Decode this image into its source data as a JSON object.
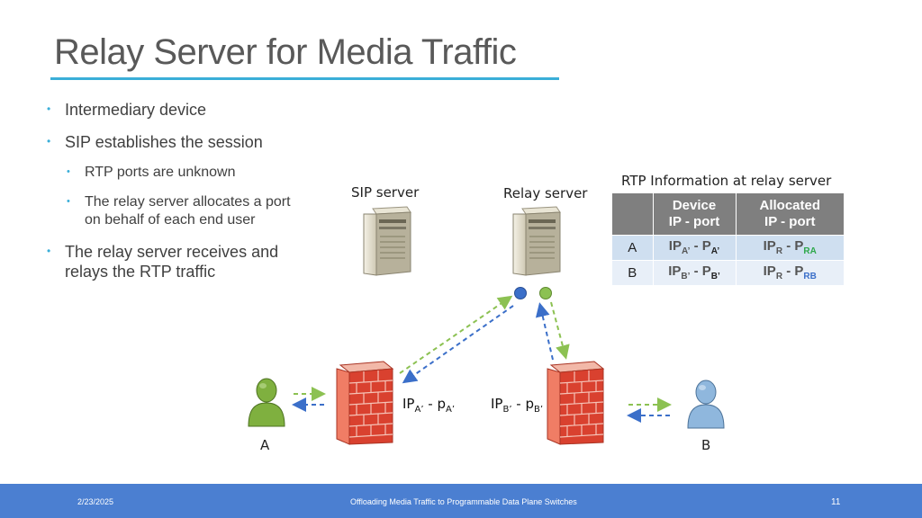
{
  "slide": {
    "title": "Relay Server for Media Traffic",
    "bullets": [
      {
        "level": 1,
        "text": "Intermediary device"
      },
      {
        "level": 1,
        "text": "SIP establishes the session"
      },
      {
        "level": 2,
        "text": "RTP ports are unknown"
      },
      {
        "level": 2,
        "text": "The relay server allocates a port"
      },
      {
        "level": 2,
        "text": "on behalf of each end user"
      },
      {
        "level": 1,
        "text": "The relay server receives and"
      },
      {
        "level": 1,
        "text": "relays the RTP traffic"
      }
    ]
  },
  "diagram": {
    "sip_server_label": "SIP server",
    "relay_server_label": "Relay server",
    "endpoint_a_label": "A",
    "endpoint_b_label": "B",
    "ip_a": {
      "ip": "IP",
      "ip_sub": "A’",
      "sep": " - p",
      "port_sub": "A’"
    },
    "ip_b": {
      "ip": "IP",
      "ip_sub": "B’",
      "sep": " - p",
      "port_sub": "B’"
    },
    "colors": {
      "green_flow": "#8cc152",
      "blue_flow": "#3b6fc9",
      "firewall": "#d9412f",
      "person_a": "#7fb03f",
      "person_b": "#8fb7dd"
    },
    "icons": [
      "server-icon",
      "firewall-icon",
      "person-icon"
    ]
  },
  "rtp_table": {
    "title": "RTP Information at relay server",
    "headers": [
      {
        "line1": "",
        "line2": ""
      },
      {
        "line1": "Device",
        "line2": "IP - port"
      },
      {
        "line1": "Allocated",
        "line2": "IP - port"
      }
    ],
    "rows": [
      {
        "label": "A",
        "device": {
          "ip": "IP",
          "ip_sub": "A’",
          "sep": " - P",
          "port_sub": "A’"
        },
        "allocated": {
          "ip": "IP",
          "ip_sub": "R",
          "sep": " - P",
          "port_sub": "RA"
        }
      },
      {
        "label": "B",
        "device": {
          "ip": "IP",
          "ip_sub": "B’",
          "sep": " - P",
          "port_sub": "B’"
        },
        "allocated": {
          "ip": "IP",
          "ip_sub": "R",
          "sep": " - P",
          "port_sub": "RB"
        }
      }
    ]
  },
  "footer": {
    "date": "2/23/2025",
    "center": "Offloading Media Traffic to Programmable Data Plane Switches",
    "page": "11"
  }
}
